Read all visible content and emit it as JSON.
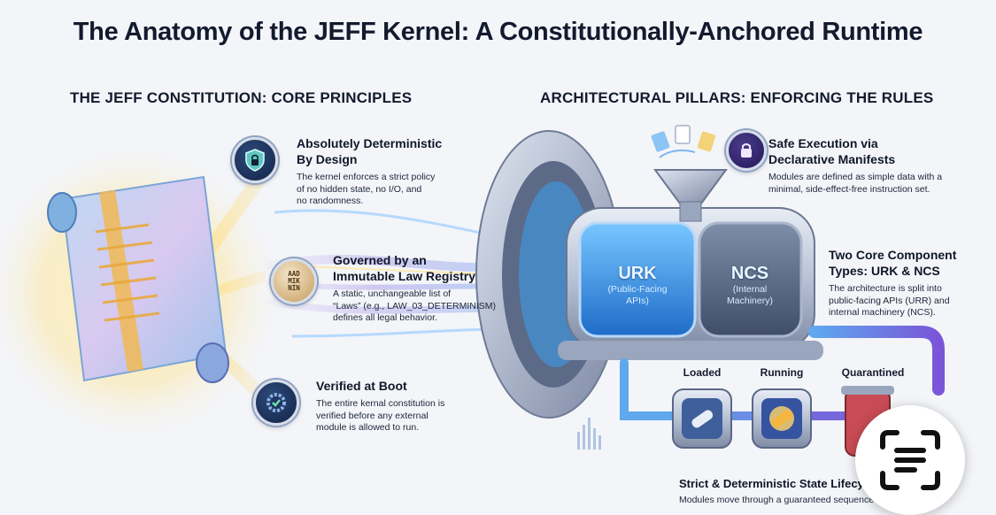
{
  "title": "The Anatomy of the JEFF Kernel: A Constitutionally-Anchored Runtime",
  "left_section": {
    "heading": "THE JEFF CONSTITUTION: CORE PRINCIPLES",
    "principles": [
      {
        "icon": "shield-lock-icon",
        "title_lines": [
          "Absolutely Deterministic",
          "By Design"
        ],
        "desc_lines": [
          "The kernel enforces a strict policy",
          "of no hidden state, no I/O, and",
          "no randomness."
        ]
      },
      {
        "icon": "law-book-icon",
        "title_lines": [
          "Governed by an",
          "Immutable Law Registry"
        ],
        "desc_lines": [
          "A static, unchangeable list of",
          "“Laws” (e.g., LAW_03_DETERMINISM)",
          "defines all legal behavior."
        ],
        "icon_text": [
          "AAD",
          "MIK",
          "NIN"
        ]
      },
      {
        "icon": "gear-check-icon",
        "title_lines": [
          "Verified at Boot"
        ],
        "desc_lines": [
          "The entire kernal constitution is",
          "verified before any external",
          "module is allowed to run."
        ]
      }
    ]
  },
  "right_section": {
    "heading": "ARCHITECTURAL PILLARS: ENFORCING THE RULES",
    "pillars": [
      {
        "icon": "lock-box-icon",
        "title_lines": [
          "Safe Execution via",
          "Declarative Manifests"
        ],
        "desc_lines": [
          "Modules are defined as simple data with a",
          "minimal, side-effect-free instruction set."
        ]
      },
      {
        "title_lines": [
          "Two Core Component",
          "Types: URK & NCS"
        ],
        "desc_lines": [
          "The architecture is split into",
          "public-facing APIs (URR) and",
          "internal machinery (NCS)."
        ]
      },
      {
        "title_lines": [
          "Strict & Deterministic State Lifecycle"
        ],
        "desc_lines": [
          "Modules move through a guaranteed sequence"
        ]
      }
    ],
    "engine": {
      "urk": {
        "name": "URK",
        "sub_lines": [
          "(Public-Facing",
          "APIs)"
        ]
      },
      "ncs": {
        "name": "NCS",
        "sub_lines": [
          "(Internal",
          "Machinery)"
        ]
      }
    },
    "states": [
      "Loaded",
      "Running",
      "Quarantined"
    ]
  },
  "colors": {
    "title": "#141a2e",
    "engine_blue": "#3a8fe0",
    "beam_gold": "#f3c64a",
    "beam_purple": "#8a6fe0",
    "pipe": "#5b6cc8",
    "badge_navy": "#1b2e58"
  },
  "overlay": {
    "icon": "scan-text-icon"
  }
}
